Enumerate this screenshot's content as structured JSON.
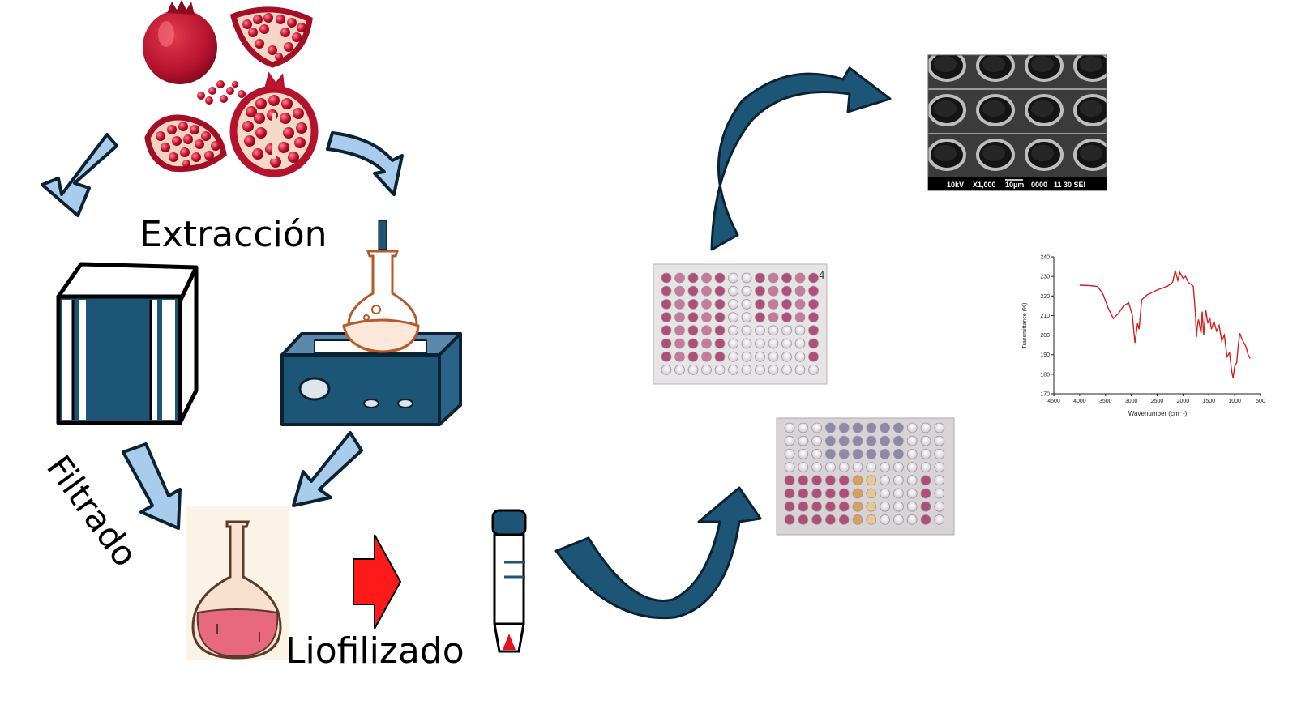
{
  "labels": {
    "extraccion": "Extracción",
    "filtrado": "Filtrado",
    "liofilizado": "Liofilizado"
  },
  "sem": {
    "voltage": "10kV",
    "magnification": "X1,000",
    "scale": "10µm",
    "code": "0000",
    "detector": "11 30 SEI"
  },
  "colors": {
    "dark_blue": "#1d5577",
    "light_blue": "#a9ccec",
    "pomegranate": "#b5122e",
    "red_arrow": "#ff1a1a",
    "flask_liquid": "#e8697c",
    "ftir_line": "#d42020"
  },
  "chart_data": {
    "type": "line",
    "title": "",
    "xlabel": "Wavenumber (cm⁻¹)",
    "ylabel": "Transmittance (%)",
    "xlim": [
      4500,
      500
    ],
    "ylim": [
      170,
      240
    ],
    "x_ticks": [
      4500,
      4000,
      3500,
      3000,
      2500,
      2000,
      1500,
      1000,
      500
    ],
    "y_ticks": [
      240,
      230,
      220,
      210,
      200,
      190,
      180,
      170
    ],
    "series": [
      {
        "color": "#d42020",
        "points": [
          [
            4000,
            225.5
          ],
          [
            3800,
            225.3
          ],
          [
            3650,
            224.8
          ],
          [
            3550,
            221
          ],
          [
            3450,
            214
          ],
          [
            3350,
            208.5
          ],
          [
            3250,
            211
          ],
          [
            3150,
            215
          ],
          [
            3050,
            216.5
          ],
          [
            2980,
            210
          ],
          [
            2930,
            196
          ],
          [
            2880,
            206
          ],
          [
            2850,
            203
          ],
          [
            2800,
            218
          ],
          [
            2700,
            220.5
          ],
          [
            2500,
            223
          ],
          [
            2300,
            225
          ],
          [
            2200,
            227
          ],
          [
            2150,
            233
          ],
          [
            2100,
            228
          ],
          [
            2060,
            232
          ],
          [
            2000,
            229
          ],
          [
            1950,
            230
          ],
          [
            1900,
            227
          ],
          [
            1800,
            225
          ],
          [
            1760,
            211
          ],
          [
            1740,
            199
          ],
          [
            1720,
            205
          ],
          [
            1700,
            208
          ],
          [
            1650,
            201
          ],
          [
            1630,
            212
          ],
          [
            1600,
            200
          ],
          [
            1560,
            213
          ],
          [
            1520,
            206
          ],
          [
            1480,
            209
          ],
          [
            1450,
            203
          ],
          [
            1400,
            207
          ],
          [
            1350,
            202
          ],
          [
            1300,
            205
          ],
          [
            1250,
            197
          ],
          [
            1200,
            200
          ],
          [
            1150,
            189
          ],
          [
            1100,
            191
          ],
          [
            1060,
            182
          ],
          [
            1030,
            178
          ],
          [
            1000,
            184
          ],
          [
            960,
            186
          ],
          [
            930,
            195
          ],
          [
            900,
            201
          ],
          [
            860,
            198
          ],
          [
            820,
            196
          ],
          [
            780,
            194
          ],
          [
            740,
            190
          ],
          [
            700,
            188
          ]
        ]
      }
    ]
  }
}
